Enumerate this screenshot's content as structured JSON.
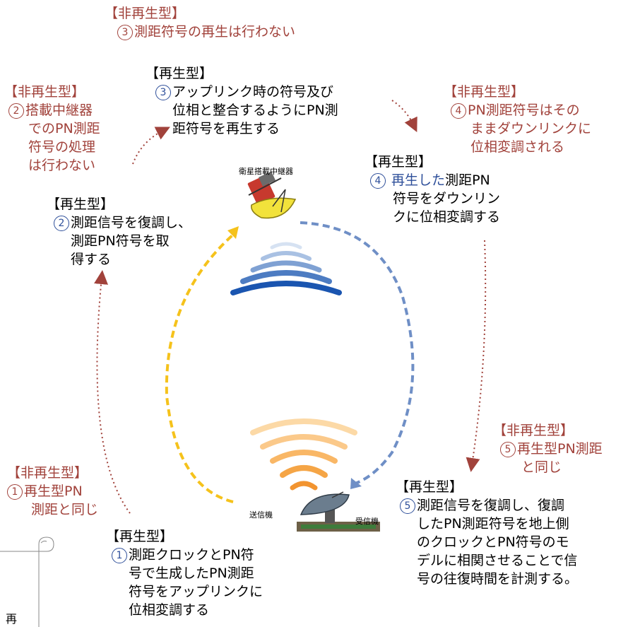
{
  "satellite_label": "衛星搭載中継器",
  "tx_label": "送信機",
  "rx_label": "受信機",
  "corner_text": "再",
  "blocks": {
    "nr3": {
      "hdr": "【非再生型】",
      "num": "3",
      "l1": "測距符号の再生は行わない"
    },
    "r3": {
      "hdr": "【再生型】",
      "num": "3",
      "l1": "アップリンク時の符号及び",
      "l2": "位相と整合するようにPN測",
      "l3": "距符号を再生する"
    },
    "nr2": {
      "hdr": "【非再生型】",
      "num": "2",
      "l1": "搭載中継器",
      "l2": "でのPN測距",
      "l3": "符号の処理",
      "l4": "は行わない"
    },
    "nr4": {
      "hdr": "【非再生型】",
      "num": "4",
      "l1": "PN測距符号はその",
      "l2": "ままダウンリンクに",
      "l3": "位相変調される"
    },
    "r4": {
      "hdr": "【再生型】",
      "num": "4",
      "l1a": "再生した",
      "l1b": "測距PN",
      "l2": "符号をダウンリン",
      "l3": "クに位相変調する"
    },
    "r2": {
      "hdr": "【再生型】",
      "num": "2",
      "l1": "測距信号を復調し、",
      "l2": "測距PN符号を取",
      "l3": "得する"
    },
    "nr5": {
      "hdr": "【非再生型】",
      "num": "5",
      "l1": "再生型PN測距",
      "l2": "と同じ"
    },
    "nr1": {
      "hdr": "【非再生型】",
      "num": "1",
      "l1": "再生型PN",
      "l2": "測距と同じ"
    },
    "r5": {
      "hdr": "【再生型】",
      "num": "5",
      "l1": "測距信号を復調し、復調",
      "l2": "したPN測距符号を地上側",
      "l3": "のクロックとPN符号のモ",
      "l4": "デルに相関させることで信",
      "l5": "号の往復時間を計測する。"
    },
    "r1": {
      "hdr": "【再生型】",
      "num": "1",
      "l1": "測距クロックとPN符",
      "l2": "号で生成したPN測距",
      "l3": "符号をアップリンクに",
      "l4": "位相変調する"
    }
  }
}
